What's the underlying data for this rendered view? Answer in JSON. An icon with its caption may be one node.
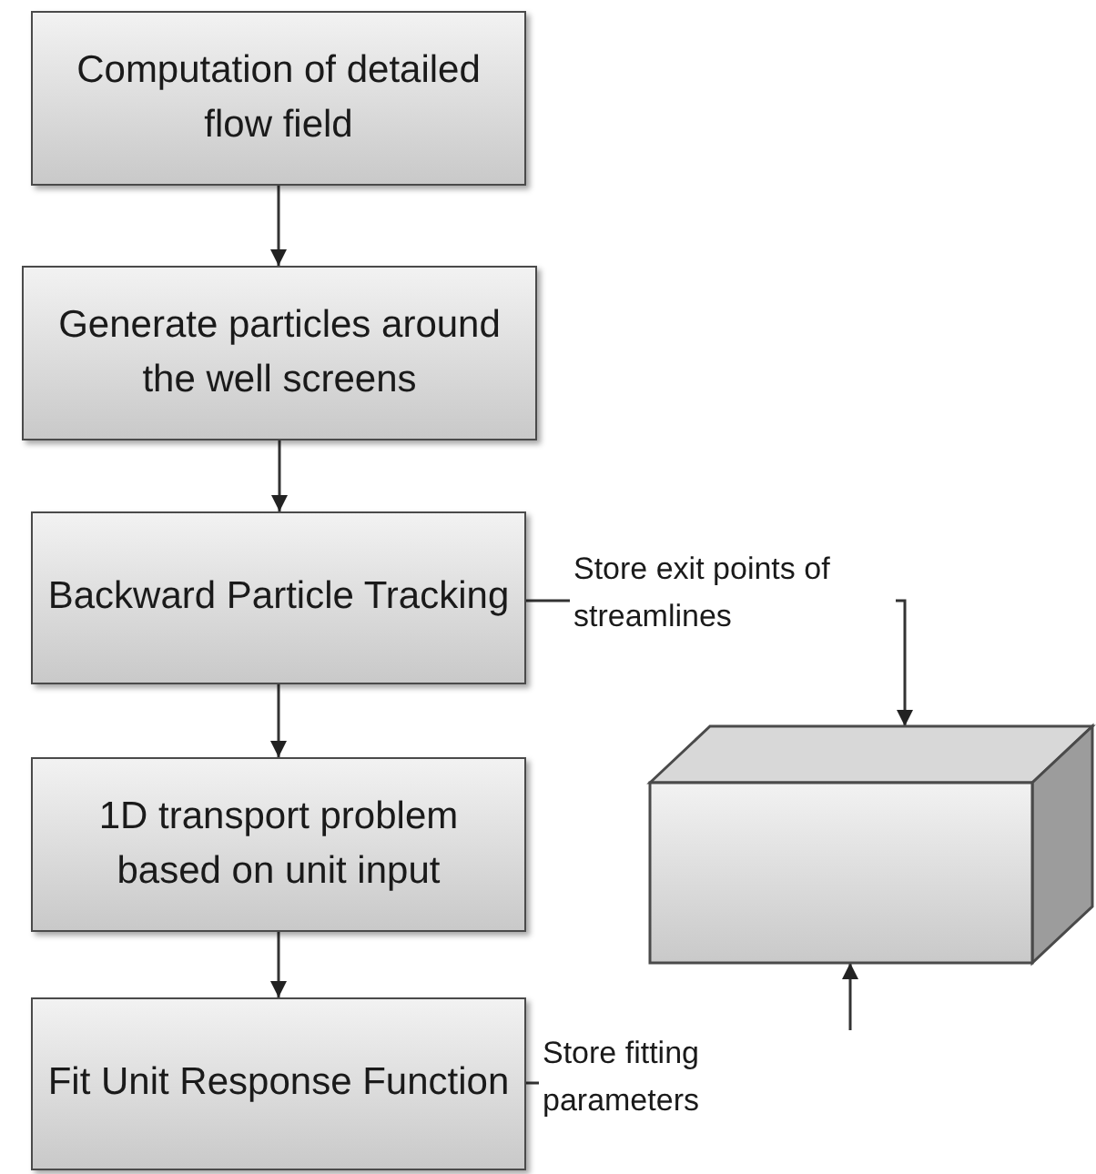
{
  "diagram": {
    "nodes": [
      {
        "text": [
          "Computation of detailed flow field"
        ]
      },
      {
        "text": [
          "Generate particles around the well screens"
        ]
      },
      {
        "text": [
          "Backward Particle Tracking"
        ]
      },
      {
        "text": [
          "1D transport problem based on unit input"
        ]
      },
      {
        "text": [
          "Fit Unit Response Function"
        ]
      },
      {
        "text": [],
        "shape": "box"
      }
    ],
    "edges": [
      {
        "from": 0,
        "to": 1,
        "arrow": "to"
      },
      {
        "from": 1,
        "to": 2,
        "arrow": "to"
      },
      {
        "from": 2,
        "to": 3,
        "arrow": "to"
      },
      {
        "from": 3,
        "to": 4,
        "arrow": "to"
      },
      {
        "from": 2,
        "to": 5,
        "arrow": "to",
        "label": "Store exit points of streamlines"
      },
      {
        "from": 4,
        "to": 5,
        "arrow": "to",
        "label": "Store fitting parameters"
      }
    ]
  }
}
